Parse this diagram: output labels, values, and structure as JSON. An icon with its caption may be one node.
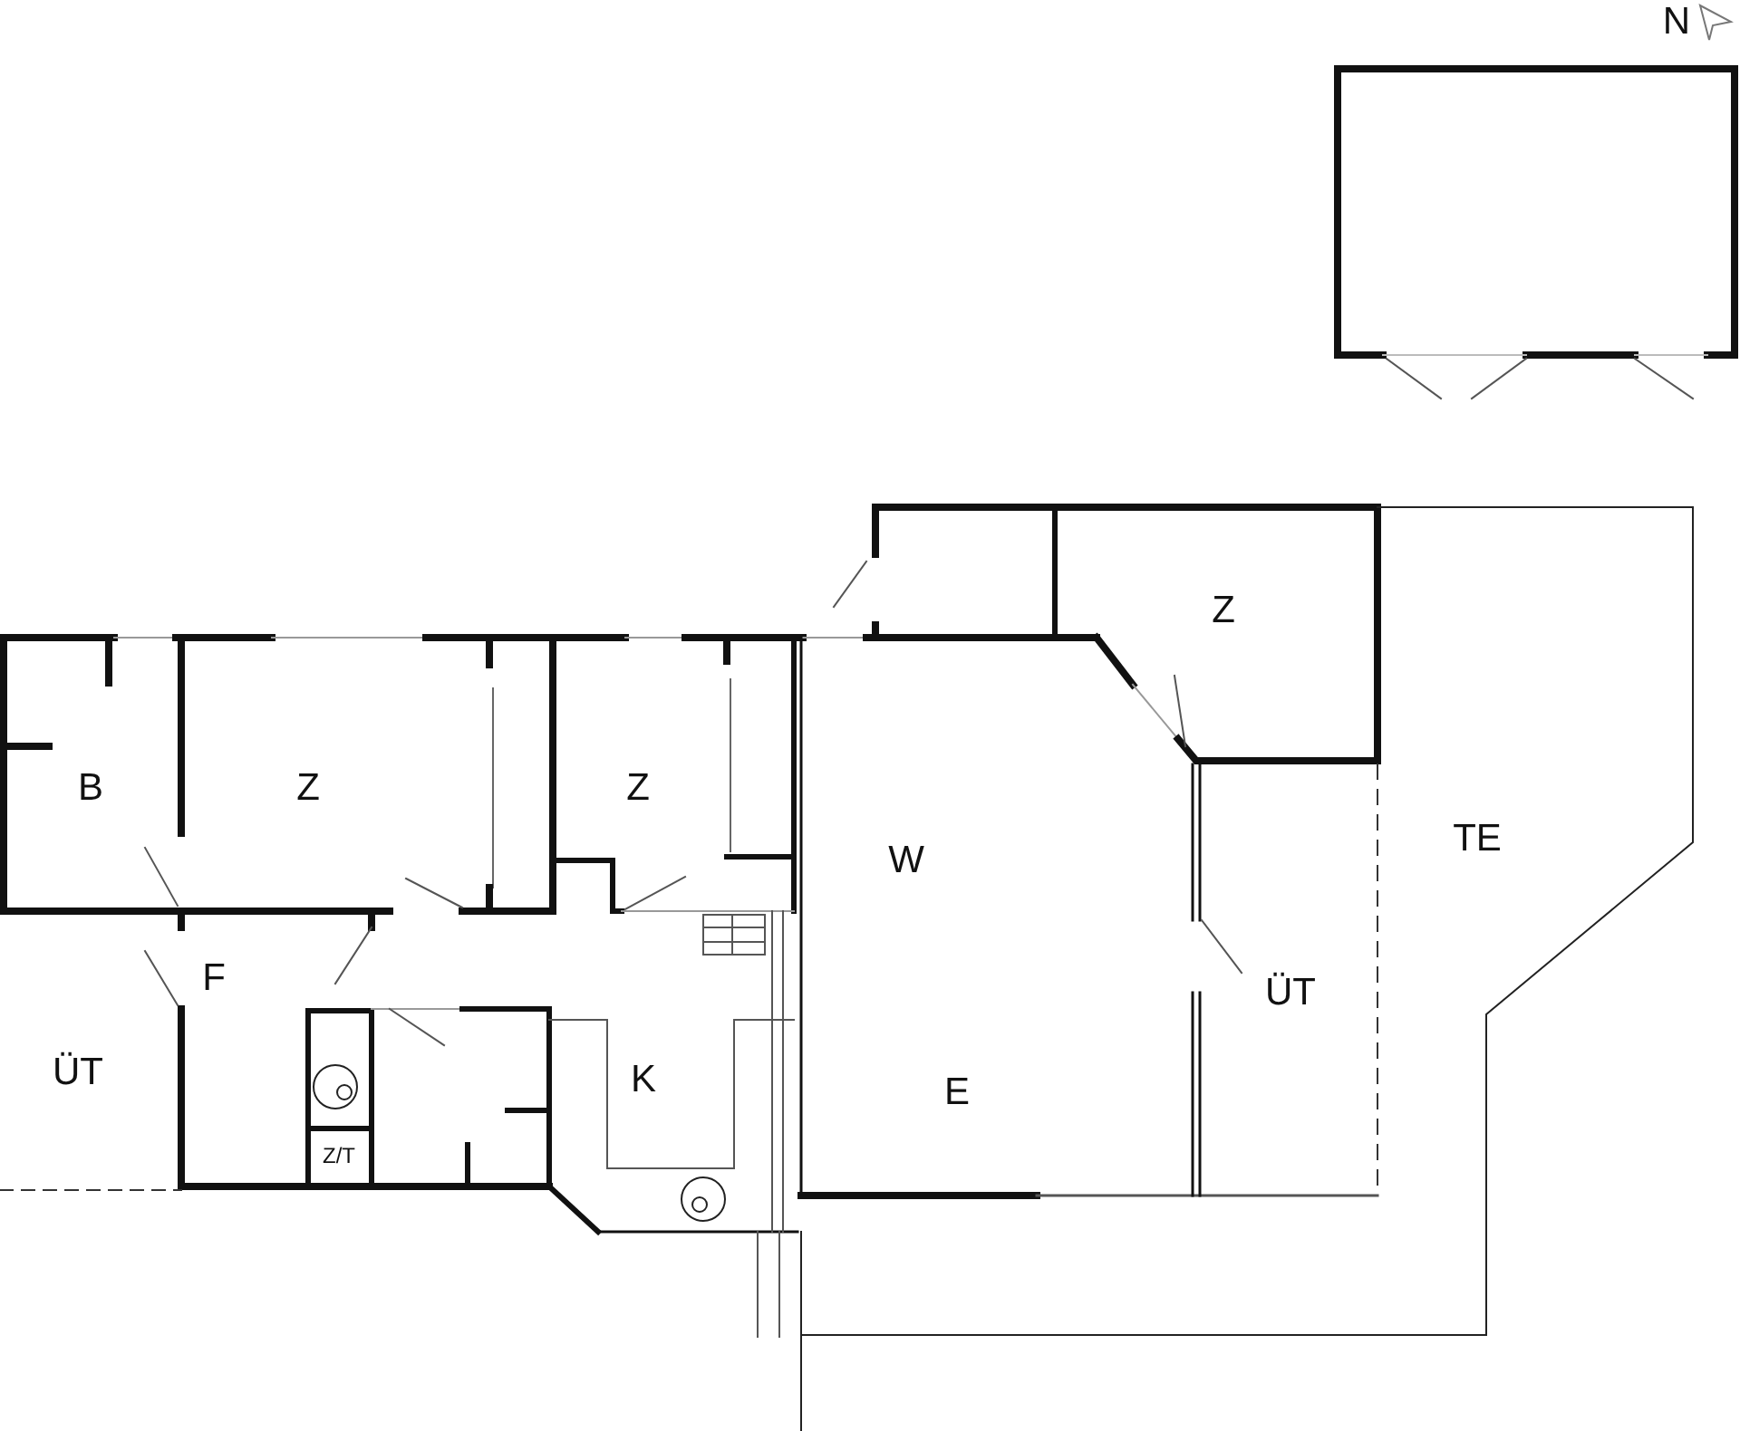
{
  "diagram": {
    "labels": [
      "N",
      "Z",
      "B",
      "Z",
      "Z",
      "TE",
      "W",
      "F",
      "ÜT",
      "ÜT",
      "K",
      "E",
      "Z/T"
    ]
  }
}
